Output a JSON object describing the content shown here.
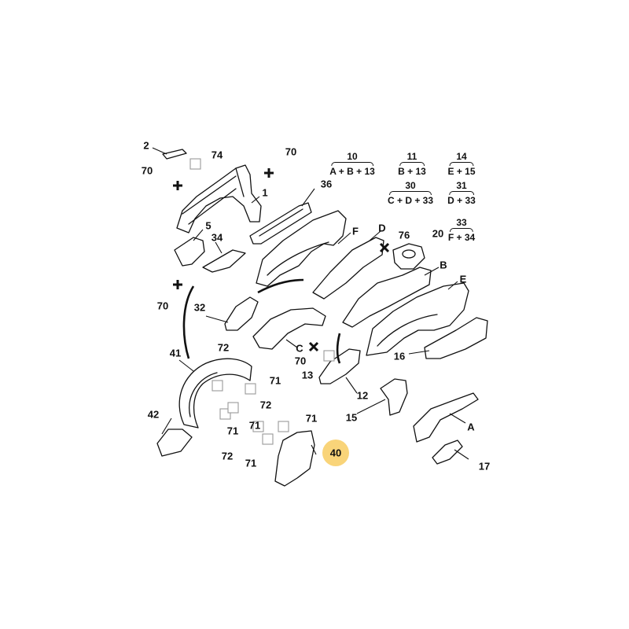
{
  "labels": {
    "n1": "1",
    "n2": "2",
    "n5": "5",
    "n12": "12",
    "n13": "13",
    "n15": "15",
    "n16": "16",
    "n17": "17",
    "n20": "20",
    "n32": "32",
    "n34": "34",
    "n36": "36",
    "n40": "40",
    "n41": "41",
    "n42": "42",
    "n70a": "70",
    "n70b": "70",
    "n70c": "70",
    "n70d": "70",
    "n71a": "71",
    "n71b": "71",
    "n71c": "71",
    "n71d": "71",
    "n71e": "71",
    "n72a": "72",
    "n72b": "72",
    "n72c": "72",
    "n74": "74",
    "n76": "76",
    "A": "A",
    "B": "B",
    "C": "C",
    "D": "D",
    "E": "E",
    "F": "F"
  },
  "legend": [
    {
      "num": "10",
      "formula": "A + B + 13"
    },
    {
      "num": "11",
      "formula": "B + 13"
    },
    {
      "num": "14",
      "formula": "E + 15"
    },
    {
      "num": "30",
      "formula": "C + D + 33"
    },
    {
      "num": "31",
      "formula": "D + 33"
    },
    {
      "num": "33",
      "formula": "F + 34"
    }
  ],
  "highlight": {
    "label": "40",
    "color": "#f9d479"
  }
}
